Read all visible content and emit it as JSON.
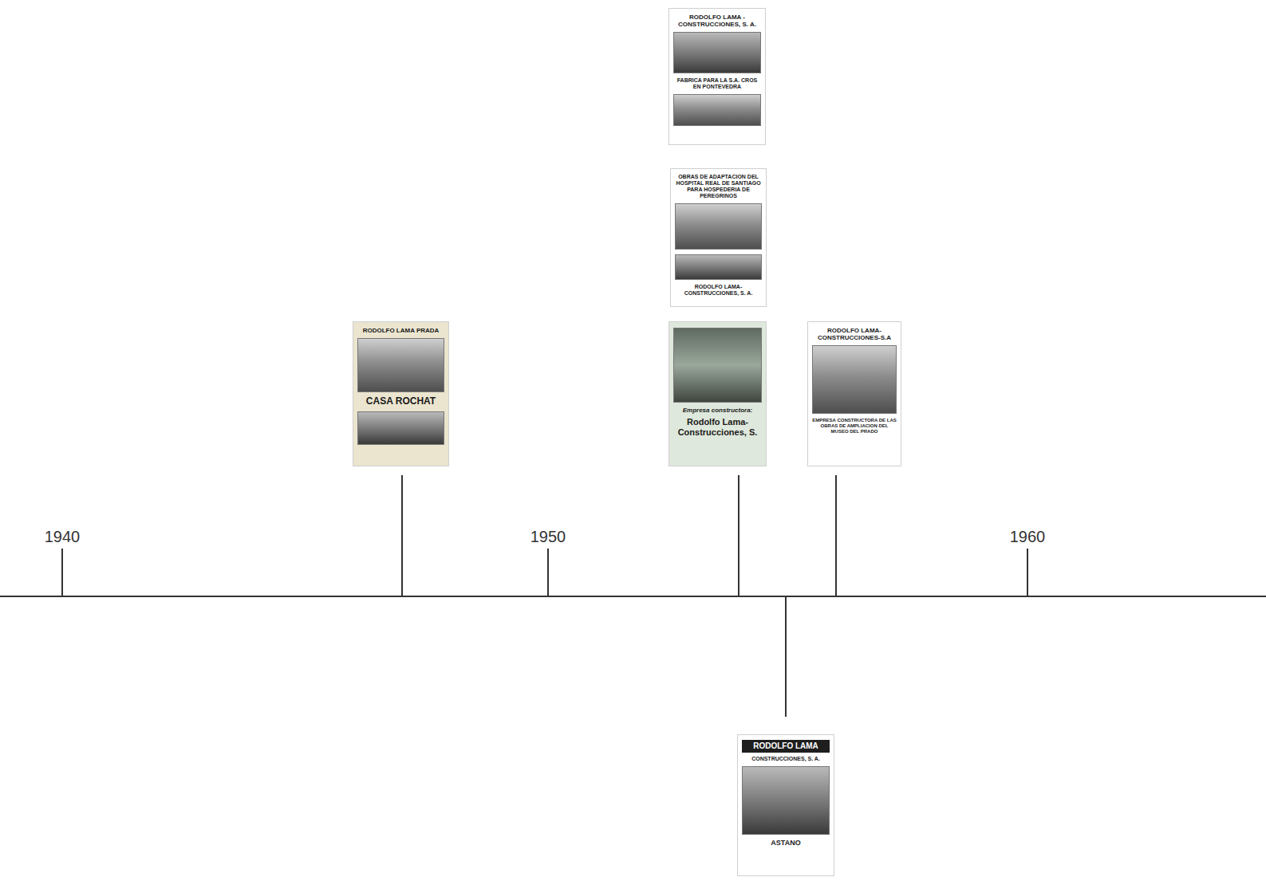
{
  "diagram": {
    "nodes": [
      {
        "text": [
          "RODOLFO LAMA PRADA",
          "CASA ROCHAT"
        ]
      },
      {
        "text": [
          "RODOLFO LAMA - CONSTRUCCIONES, S. A.",
          "FABRICA PARA LA S.A. CROS EN PONTEVEDRA"
        ]
      },
      {
        "text": [
          "OBRAS DE ADAPTACION DEL HOSPITAL REAL DE SANTIAGO PARA HOSPEDERIA DE PEREGRINOS",
          "RODOLFO LAMA-CONSTRUCCIONES, S. A."
        ]
      },
      {
        "text": [
          "Empresa constructora:",
          "Rodolfo Lama-Construcciones, S."
        ]
      },
      {
        "text": [
          "RODOLFO LAMA-CONSTRUCCIONES-S.A",
          "EMPRESA CONSTRUCTORA DE LAS OBRAS DE AMPLIACION DEL MUSEO DEL PRADO"
        ]
      },
      {
        "text": [
          "RODOLFO LAMA",
          "CONSTRUCCIONES, S. A.",
          "ASTANO"
        ]
      }
    ],
    "labels": [
      "1940",
      "1950",
      "1960"
    ]
  }
}
